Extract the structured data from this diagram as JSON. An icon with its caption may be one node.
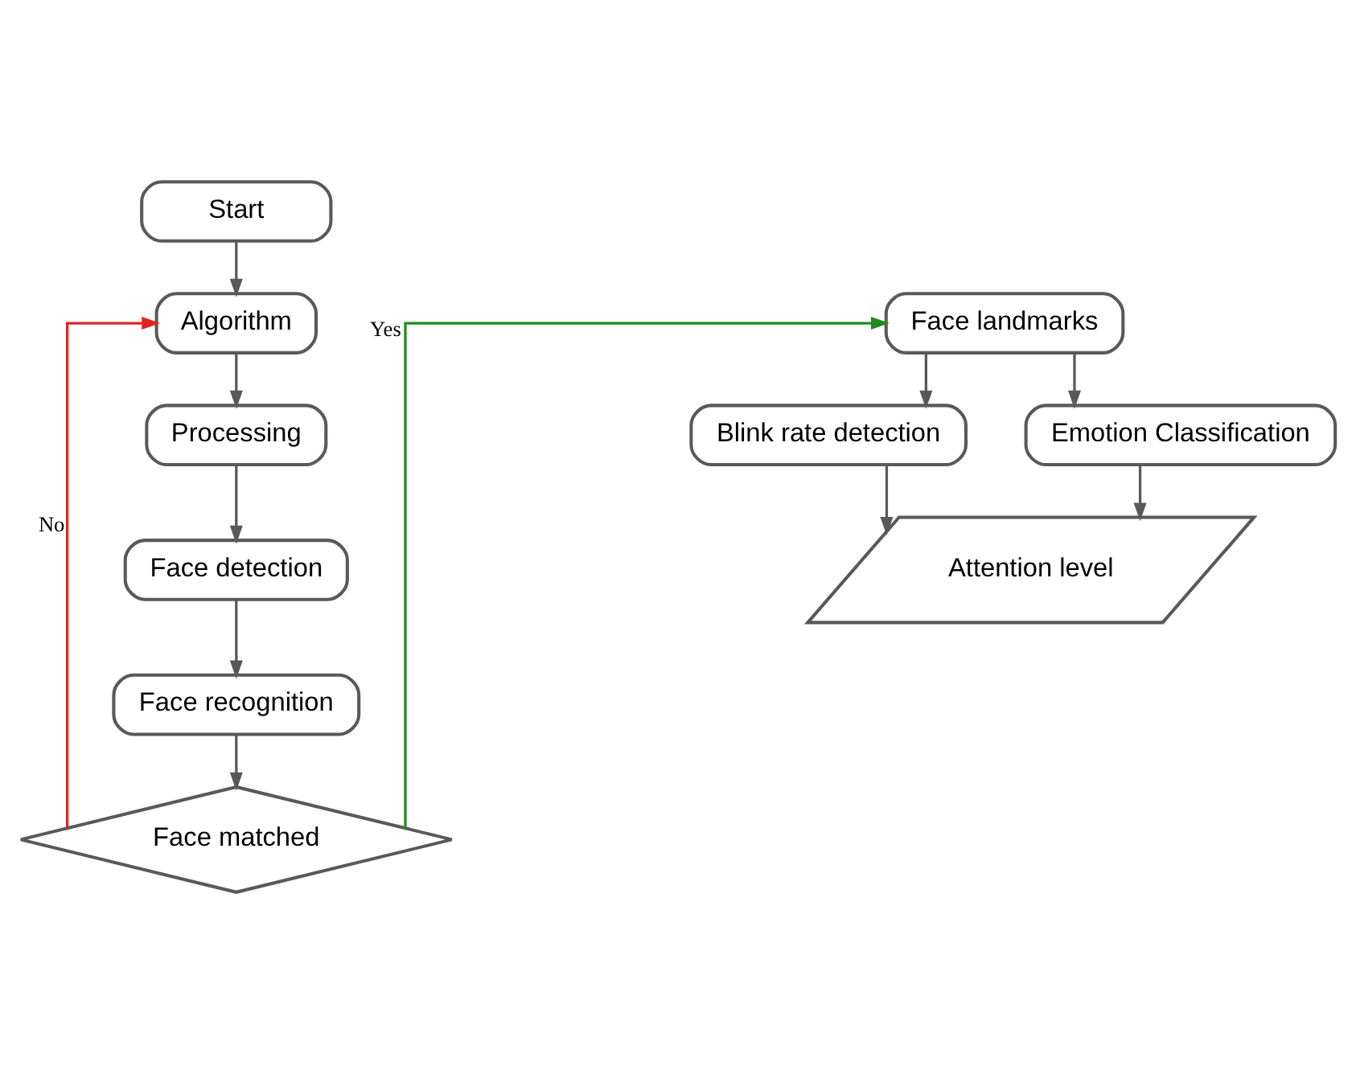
{
  "diagram": {
    "nodes": [
      {
        "text": [
          "Start"
        ]
      },
      {
        "text": [
          "Algorithm"
        ]
      },
      {
        "text": [
          "Processing"
        ]
      },
      {
        "text": [
          "Face detection"
        ]
      },
      {
        "text": [
          "Face recognition"
        ]
      },
      {
        "text": [
          "Face matched"
        ]
      },
      {
        "text": [
          "Face landmarks"
        ]
      },
      {
        "text": [
          "Blink rate detection"
        ]
      },
      {
        "text": [
          "Emotion Classification"
        ]
      },
      {
        "text": [
          "Attention level"
        ]
      }
    ],
    "edges": [
      {
        "from": 0,
        "to": 1,
        "arrow": "to"
      },
      {
        "from": 1,
        "to": 2,
        "arrow": "to"
      },
      {
        "from": 2,
        "to": 3,
        "arrow": "to"
      },
      {
        "from": 3,
        "to": 4,
        "arrow": "to"
      },
      {
        "from": 4,
        "to": 5,
        "arrow": "to"
      },
      {
        "from": 5,
        "to": 1,
        "arrow": "to",
        "label": "No",
        "color": "#e02424"
      },
      {
        "from": 5,
        "to": 6,
        "arrow": "to",
        "label": "Yes",
        "color": "#1e8c1e"
      },
      {
        "from": 6,
        "to": 7,
        "arrow": "to"
      },
      {
        "from": 6,
        "to": 8,
        "arrow": "to"
      },
      {
        "from": 7,
        "to": 9,
        "arrow": "to"
      },
      {
        "from": 8,
        "to": 9,
        "arrow": "to"
      }
    ]
  }
}
